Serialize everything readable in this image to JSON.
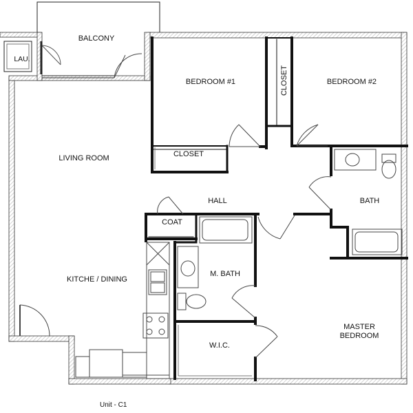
{
  "plan": {
    "unit_label": "Unit - C1",
    "rooms": {
      "balcony": "BALCONY",
      "laundry": "LAU.",
      "bedroom1": "BEDROOM #1",
      "bedroom2": "BEDROOM #2",
      "closet_b1": "CLOSET",
      "closet_b2": "CLOSET",
      "living": "LIVING ROOM",
      "hall": "HALL",
      "bath": "BATH",
      "coat": "COAT",
      "master_bath": "M. BATH",
      "kitchen": "KITCHE / DINING",
      "wic": "W.I.C.",
      "master_line1": "MASTER",
      "master_line2": "BEDROOM"
    },
    "colors": {
      "wall": "#111111",
      "hatch": "#c9c9c9",
      "fixture": "#555555",
      "background": "#ffffff"
    }
  }
}
